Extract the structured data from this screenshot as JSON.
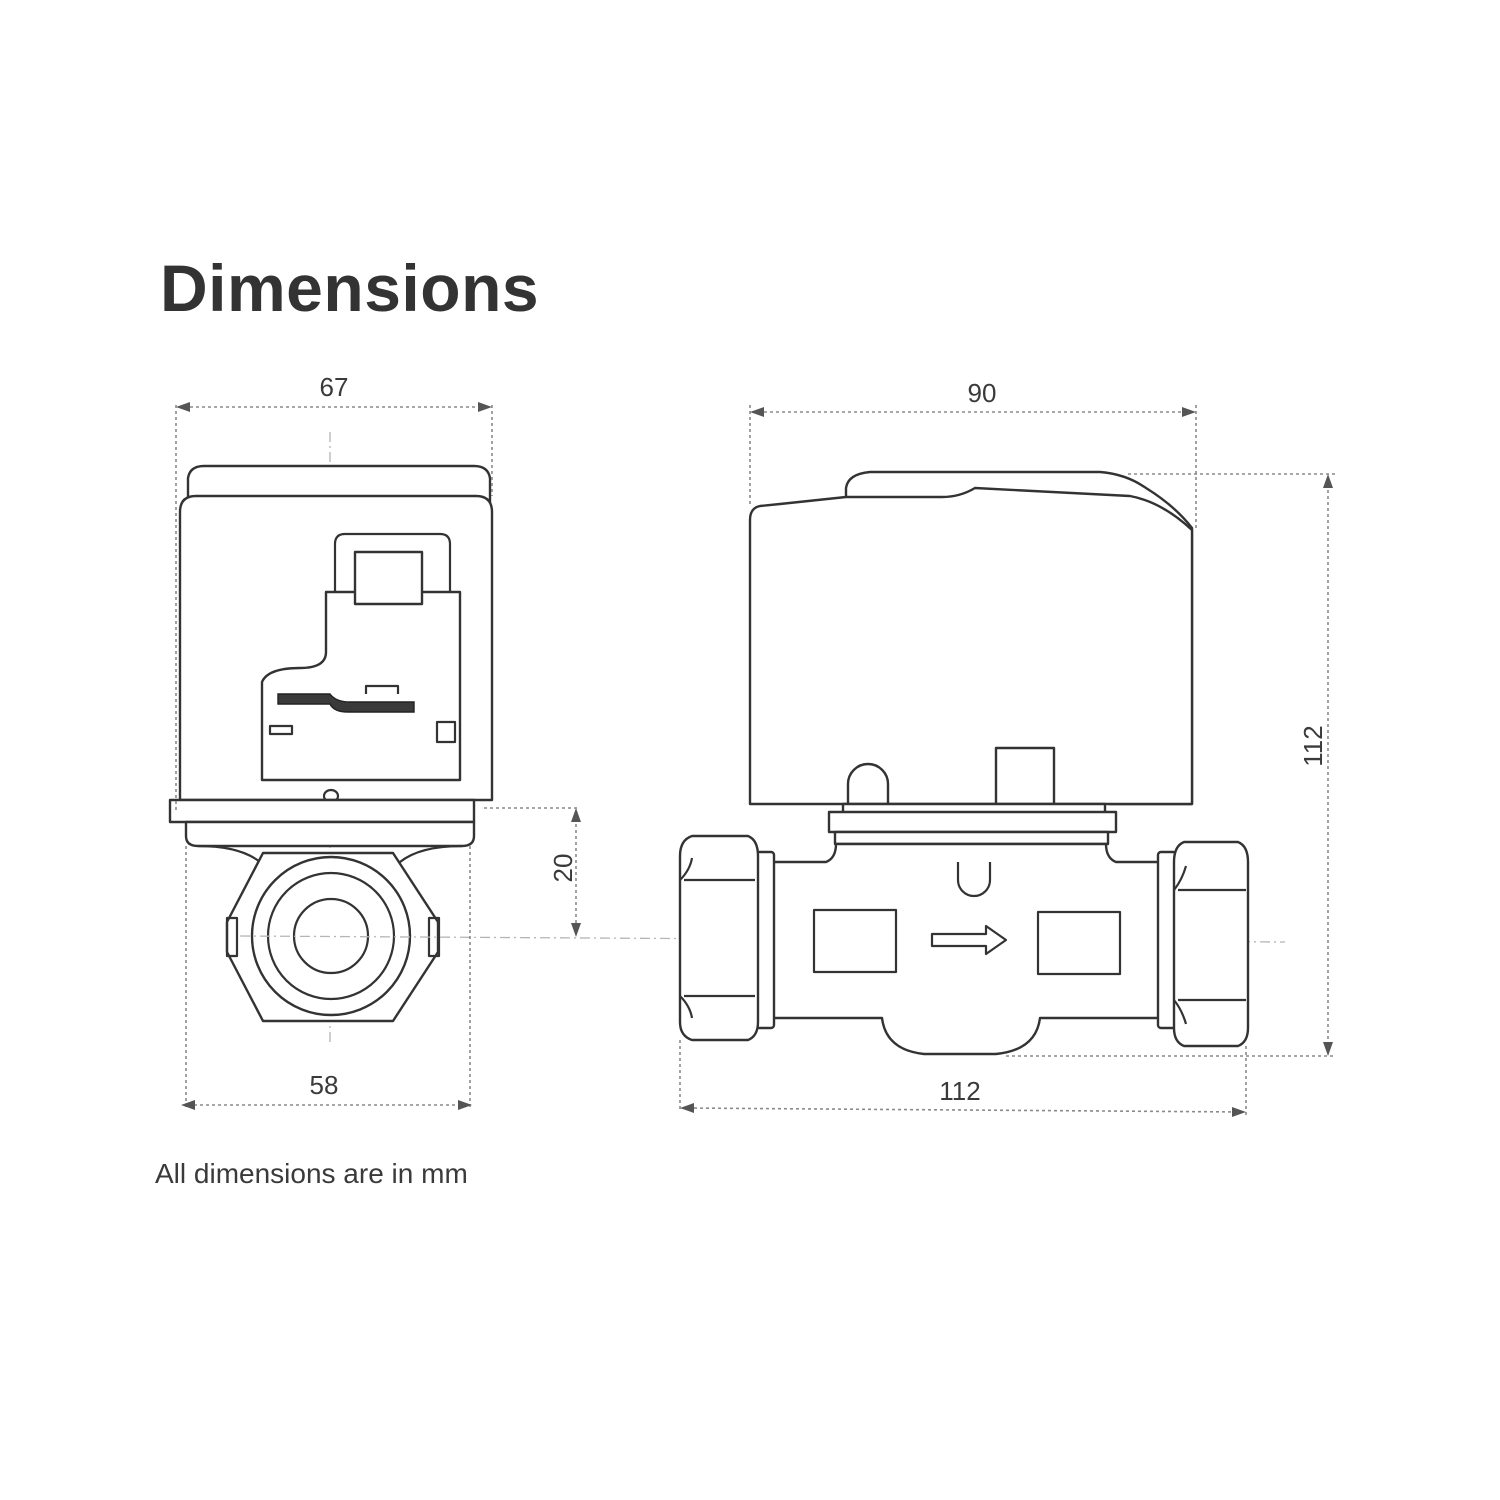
{
  "title": "Dimensions",
  "footnote": "All dimensions are in mm",
  "dimensions": {
    "front_width_top": "67",
    "front_width_bottom": "58",
    "front_height_offset": "20",
    "side_width_top": "90",
    "side_width_bottom": "112",
    "side_height": "112"
  }
}
